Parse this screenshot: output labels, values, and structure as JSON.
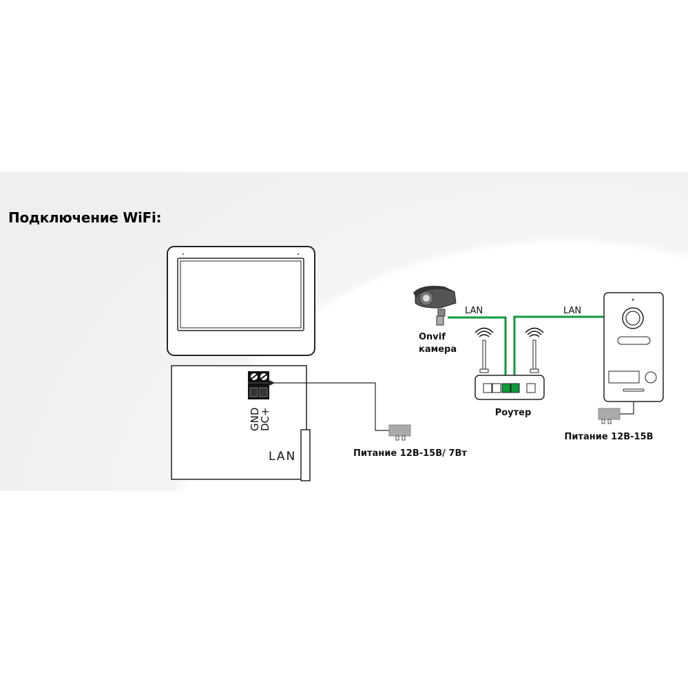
{
  "title": "Подключение WiFi:",
  "monitor": {
    "terminal_labels": [
      "GND",
      "DC+"
    ],
    "lan_port_label": "LAN",
    "power_label": "Питание 12В-15В/ 7Вт"
  },
  "camera": {
    "label_line1": "Onvif",
    "label_line2": "камера"
  },
  "links": {
    "camera_lan": "LAN",
    "panel_lan": "LAN"
  },
  "router": {
    "label": "Роутер"
  },
  "door_panel": {
    "power_label": "Питание 12В-15В"
  },
  "colors": {
    "lan_cable": "#0f9a3c",
    "line": "#222222"
  }
}
